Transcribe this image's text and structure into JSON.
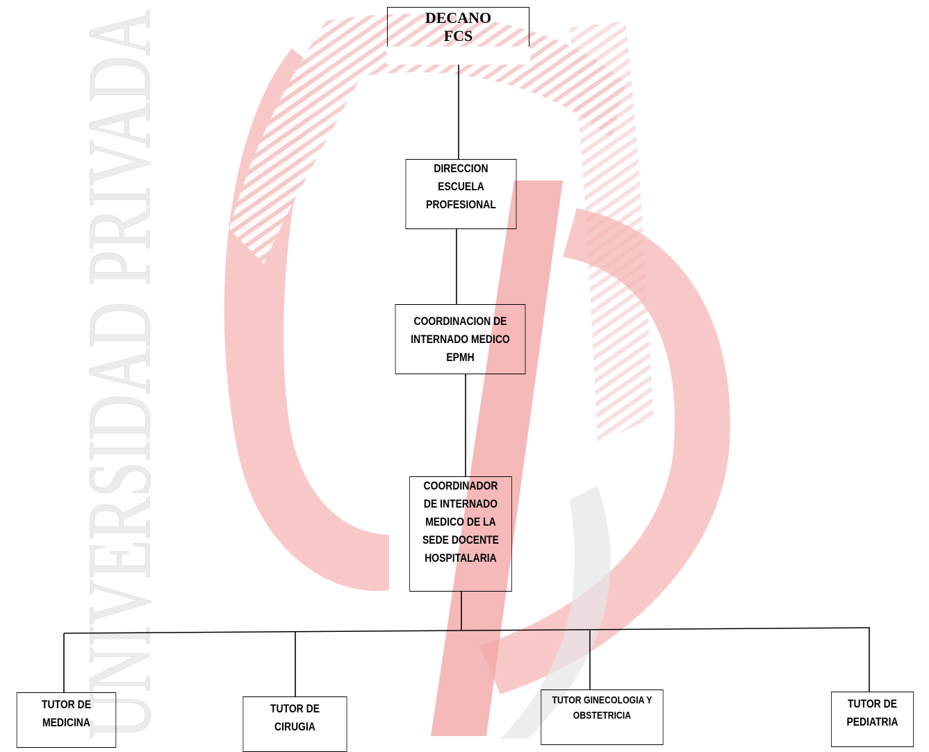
{
  "watermark": {
    "vertical_text": "UNIVERSIDAD PRIVADA",
    "logo_letters": "UD"
  },
  "chart": {
    "decano": "DECANO\nFCS",
    "direccion": "DIRECCION\nESCUELA\nPROFESIONAL",
    "coordinacion": "COORDINACION DE\nINTERNADO MEDICO\nEPMH",
    "coordinador": "COORDINADOR\nDE INTERNADO\nMEDICO DE LA\nSEDE DOCENTE\nHOSPITALARIA",
    "tutors": [
      "TUTOR DE\nMEDICINA",
      "TUTOR DE\nCIRUGIA",
      "TUTOR GINECOLOGIA Y\nOBSTETRICIA",
      "TUTOR DE\nPEDIATRIA"
    ]
  }
}
